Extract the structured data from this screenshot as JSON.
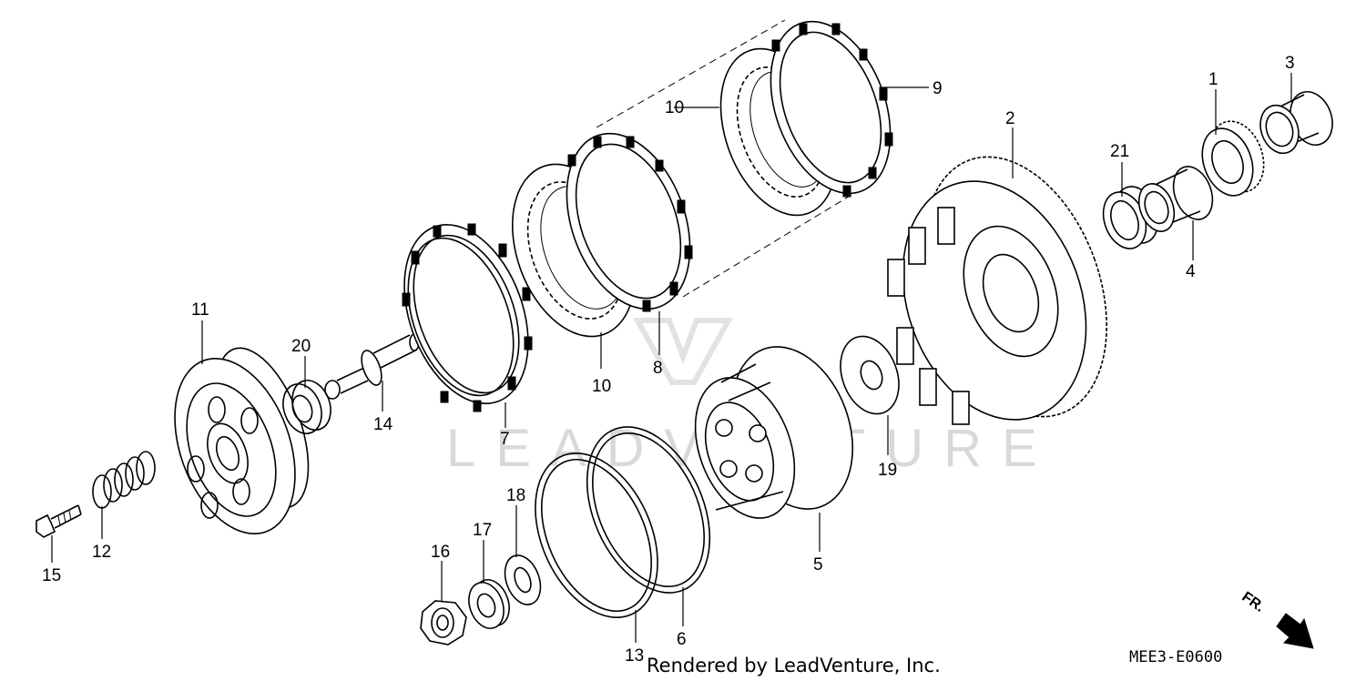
{
  "diagram": {
    "part_numbers": [
      "1",
      "2",
      "3",
      "4",
      "5",
      "6",
      "7",
      "8",
      "9",
      "10",
      "10",
      "11",
      "12",
      "13",
      "14",
      "15",
      "16",
      "17",
      "18",
      "19",
      "20",
      "21"
    ],
    "watermark": "LEADVENTURE",
    "footer_credit": "Rendered by LeadVenture, Inc.",
    "diagram_code": "MEE3-E0600",
    "direction_label": "FR."
  }
}
